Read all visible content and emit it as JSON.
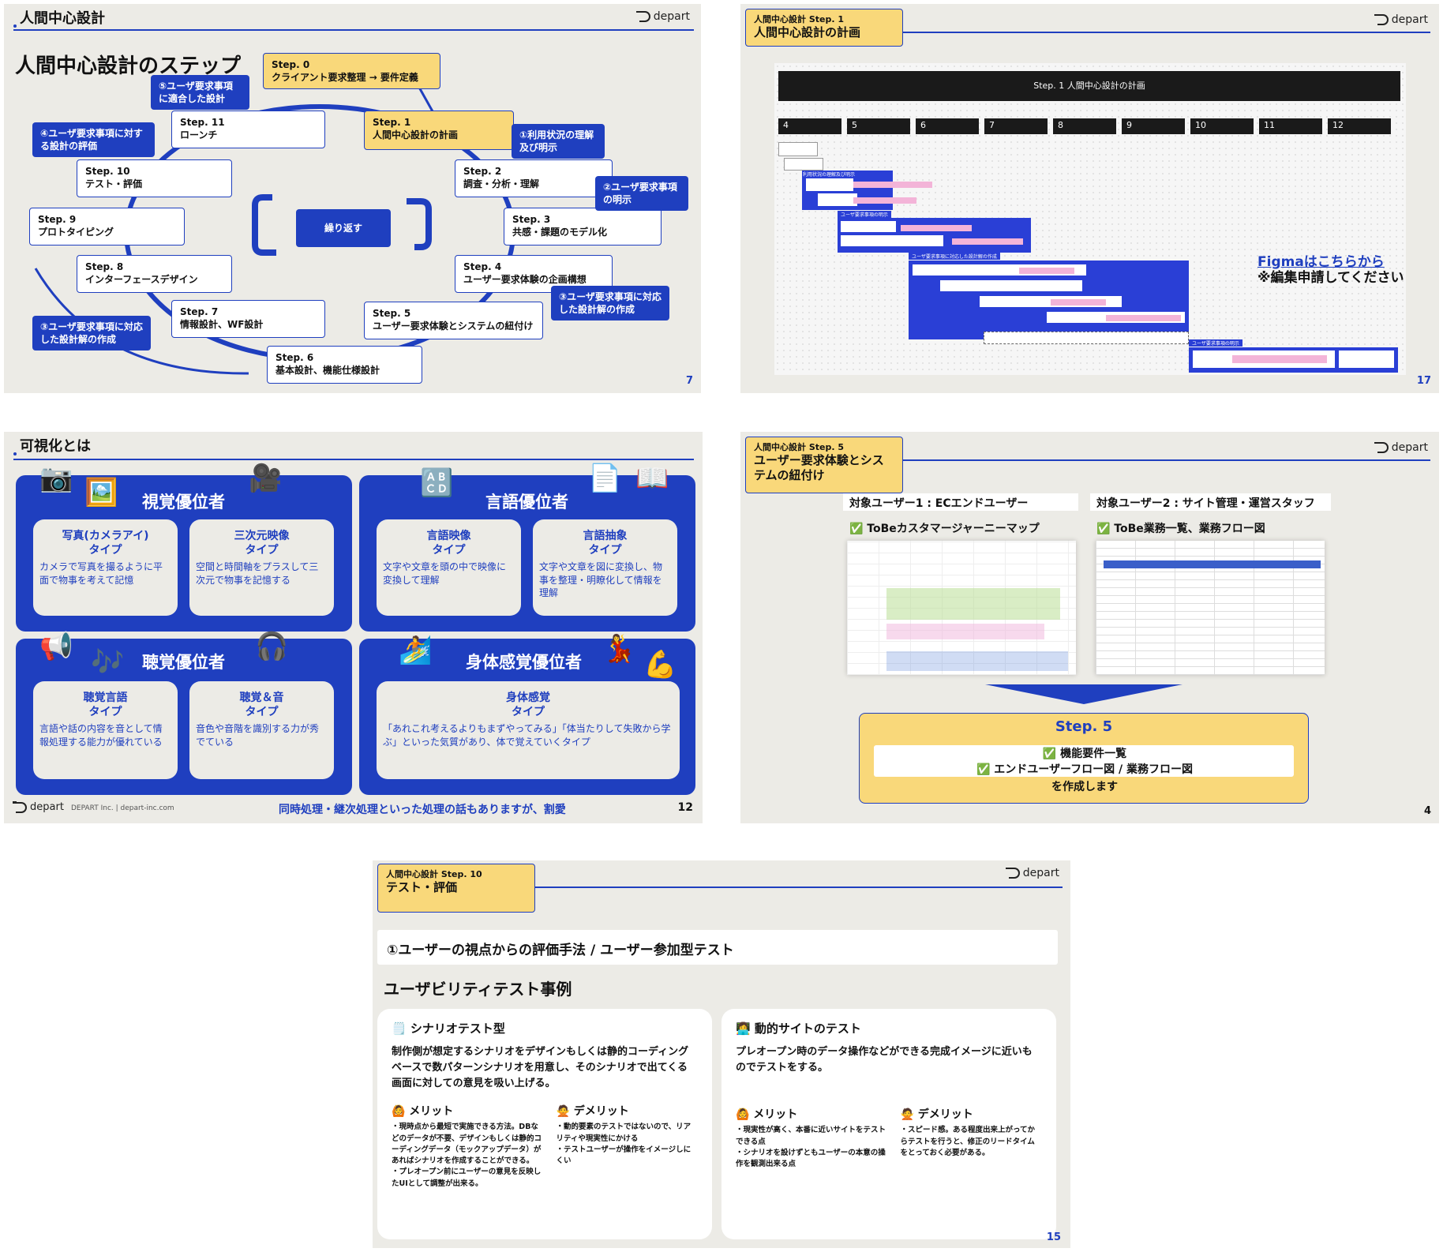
{
  "slide_steps": {
    "section": "人間中心設計",
    "logo": "depart",
    "heading": "人間中心設計のステップ",
    "page": "7",
    "repeat": "繰り返す",
    "steps": [
      {
        "id": "Step. 0",
        "label": "クライアント要求整理 → 要件定義"
      },
      {
        "id": "Step. 1",
        "label": "人間中心設計の計画"
      },
      {
        "id": "Step. 2",
        "label": "調査・分析・理解"
      },
      {
        "id": "Step. 3",
        "label": "共感・課題のモデル化"
      },
      {
        "id": "Step. 4",
        "label": "ユーザー要求体験の企画構想"
      },
      {
        "id": "Step. 5",
        "label": "ユーザー要求体験とシステムの紐付け"
      },
      {
        "id": "Step. 6",
        "label": "基本設計、機能仕様設計"
      },
      {
        "id": "Step. 7",
        "label": "情報設計、WF設計"
      },
      {
        "id": "Step. 8",
        "label": "インターフェースデザイン"
      },
      {
        "id": "Step. 9",
        "label": "プロトタイピング"
      },
      {
        "id": "Step. 10",
        "label": "テスト・評価"
      },
      {
        "id": "Step. 11",
        "label": "ローンチ"
      }
    ],
    "notes": [
      "①利用状況の理解及び明示",
      "②ユーザ要求事項の明示",
      "③ユーザ要求事項に対応した設計解の作成",
      "③ユーザ要求事項に対応した設計解の作成",
      "④ユーザ要求事項に対する設計の評価",
      "⑤ユーザ要求事項に適合した設計"
    ]
  },
  "slide_plan": {
    "tag_small": "人間中心設計 Step. 1",
    "tag_main": "人間中心設計の計画",
    "logo": "depart",
    "bar_title": "Step. 1 人間中心設計の計画",
    "columns": [
      "4",
      "5",
      "6",
      "7",
      "8",
      "9",
      "10",
      "11",
      "12"
    ],
    "figma_link": "Figmaはこちらから",
    "figma_note": "※編集申請してください",
    "page": "17",
    "gantt_labels": {
      "u1": "利用状況の理解及び明示",
      "u2": "ユーザ要求事項の明示",
      "u3": "ユーザ要求事項に対応した設計解の作成",
      "u4": "ユーザ要求事項の明示"
    }
  },
  "slide_visual": {
    "section": "可視化とは",
    "page": "12",
    "footer_logo": "depart",
    "footer_company": "DEPART Inc.  |  depart-inc.com",
    "footer_note": "同時処理・継次処理といった処理の話もありますが、割愛",
    "panels": [
      {
        "head": "視覚優位者",
        "cards": [
          {
            "title": "写真(カメラアイ)\nタイプ",
            "desc": "カメラで写真を撮るように平面で物事を考えて記憶"
          },
          {
            "title": "三次元映像\nタイプ",
            "desc": "空間と時間軸をプラスして三次元で物事を記憶する"
          }
        ]
      },
      {
        "head": "言語優位者",
        "cards": [
          {
            "title": "言語映像\nタイプ",
            "desc": "文字や文章を頭の中で映像に変換して理解"
          },
          {
            "title": "言語抽象\nタイプ",
            "desc": "文字や文章を図に変換し、物事を整理・明瞭化して情報を理解"
          }
        ]
      },
      {
        "head": "聴覚優位者",
        "cards": [
          {
            "title": "聴覚言語\nタイプ",
            "desc": "言語や話の内容を音として情報処理する能力が優れている"
          },
          {
            "title": "聴覚＆音\nタイプ",
            "desc": "音色や音階を識別する力が秀でている"
          }
        ]
      },
      {
        "head": "身体感覚優位者",
        "cards": [
          {
            "title": "身体感覚\nタイプ",
            "desc": "「あれこれ考えるよりもまずやってみる」「体当たりして失敗から学ぶ」といった気質があり、体で覚えていくタイプ"
          }
        ]
      }
    ]
  },
  "slide_link": {
    "tag_small": "人間中心設計 Step. 5",
    "tag_main": "ユーザー要求体験とシステムの紐付け",
    "logo": "depart",
    "user1": "対象ユーザー1 : ECエンドユーザー",
    "user2": "対象ユーザー2 : サイト管理・運営スタッフ",
    "item1": "✅ ToBeカスタマージャーニーマップ",
    "item2": "✅ ToBe業務一覧、業務フロー図",
    "step": "Step. 5",
    "out1": "✅ 機能要件一覧",
    "out2": "✅ エンドユーザーフロー図 / 業務フロー図",
    "out3": "を作成します",
    "page": "4"
  },
  "slide_test": {
    "tag_small": "人間中心設計 Step. 10",
    "tag_main": "テスト・評価",
    "logo": "depart",
    "method": "①ユーザーの視点からの評価手法 / ユーザー参加型テスト",
    "heading": "ユーザビリティテスト事例",
    "page": "15",
    "cards": [
      {
        "icon": "🗒️",
        "title": "シナリオテスト型",
        "desc": "制作側が想定するシナリオをデザインもしくは静的コーディングベースで数パターンシナリオを用意し、そのシナリオで出てくる画面に対しての意見を吸い上げる。",
        "merit": "🙆 メリット",
        "merit_text": "・現時点から最短で実施できる方法。DBなどのデータが不要、デザインもしくは静的コーディングデータ（モックアップデータ）があればシナリオを作成することができる。\n・プレオープン前にユーザーの意見を反映したUIとして調整が出来る。",
        "demerit": "🙅 デメリット",
        "demerit_text": "・動的要素のテストではないので、リアリティや現実性にかける\n・テストユーザーが操作をイメージしにくい"
      },
      {
        "icon": "👩‍💻",
        "title": "動的サイトのテスト",
        "desc": "プレオープン時のデータ操作などができる完成イメージに近いものでテストをする。",
        "merit": "🙆 メリット",
        "merit_text": "・現実性が高く、本番に近いサイトをテストできる点\n・シナリオを設けずともユーザーの本意の操作を観測出来る点",
        "demerit": "🙅 デメリット",
        "demerit_text": "・スピード感。ある程度出来上がってからテストを行うと、修正のリードタイムをとっておく必要がある。"
      }
    ]
  },
  "colors": {
    "brand": "#1f3fbf",
    "accent": "#f9d87a",
    "bg": "#ecebe6"
  }
}
